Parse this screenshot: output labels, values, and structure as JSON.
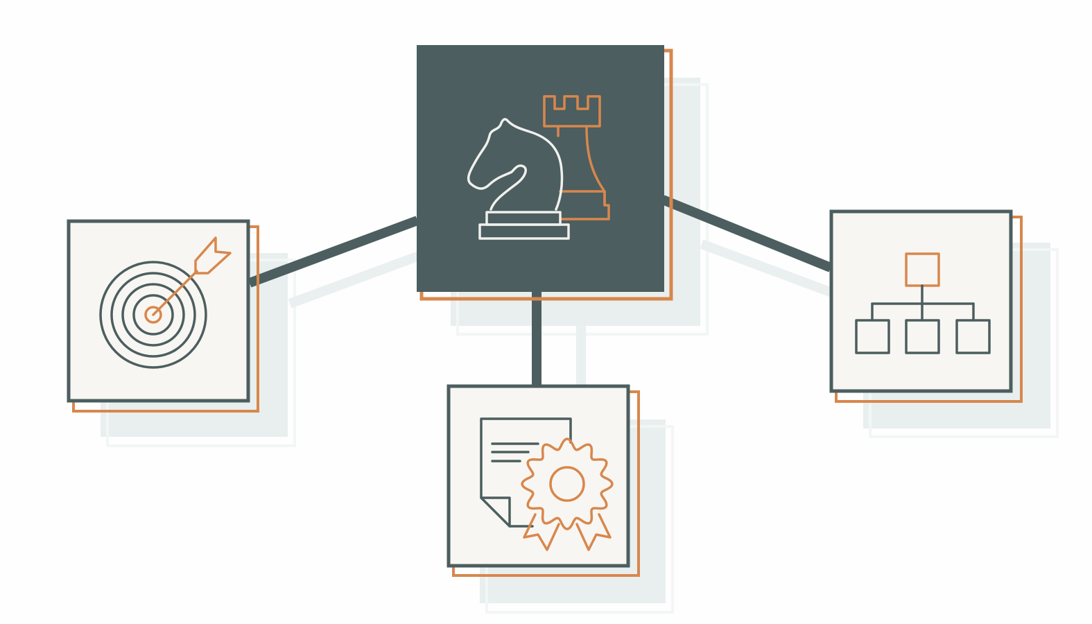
{
  "colors": {
    "background": "#fefefe",
    "slate": "#4c5e5f",
    "orange": "#d8874d",
    "card_fill": "#f8f6f2",
    "shadow": "#e8efee",
    "shadow_outline": "#f4f7f6",
    "light_stroke": "#f0f0ee"
  },
  "nodes": [
    {
      "id": "strategy",
      "icon": "chess-knight-rook-icon",
      "role": "center"
    },
    {
      "id": "goals",
      "icon": "target-arrow-icon",
      "role": "left"
    },
    {
      "id": "certification",
      "icon": "certificate-award-icon",
      "role": "bottom"
    },
    {
      "id": "organization",
      "icon": "org-chart-icon",
      "role": "right"
    }
  ],
  "connectors": [
    {
      "from": "strategy",
      "to": "goals"
    },
    {
      "from": "strategy",
      "to": "certification"
    },
    {
      "from": "strategy",
      "to": "organization"
    }
  ]
}
